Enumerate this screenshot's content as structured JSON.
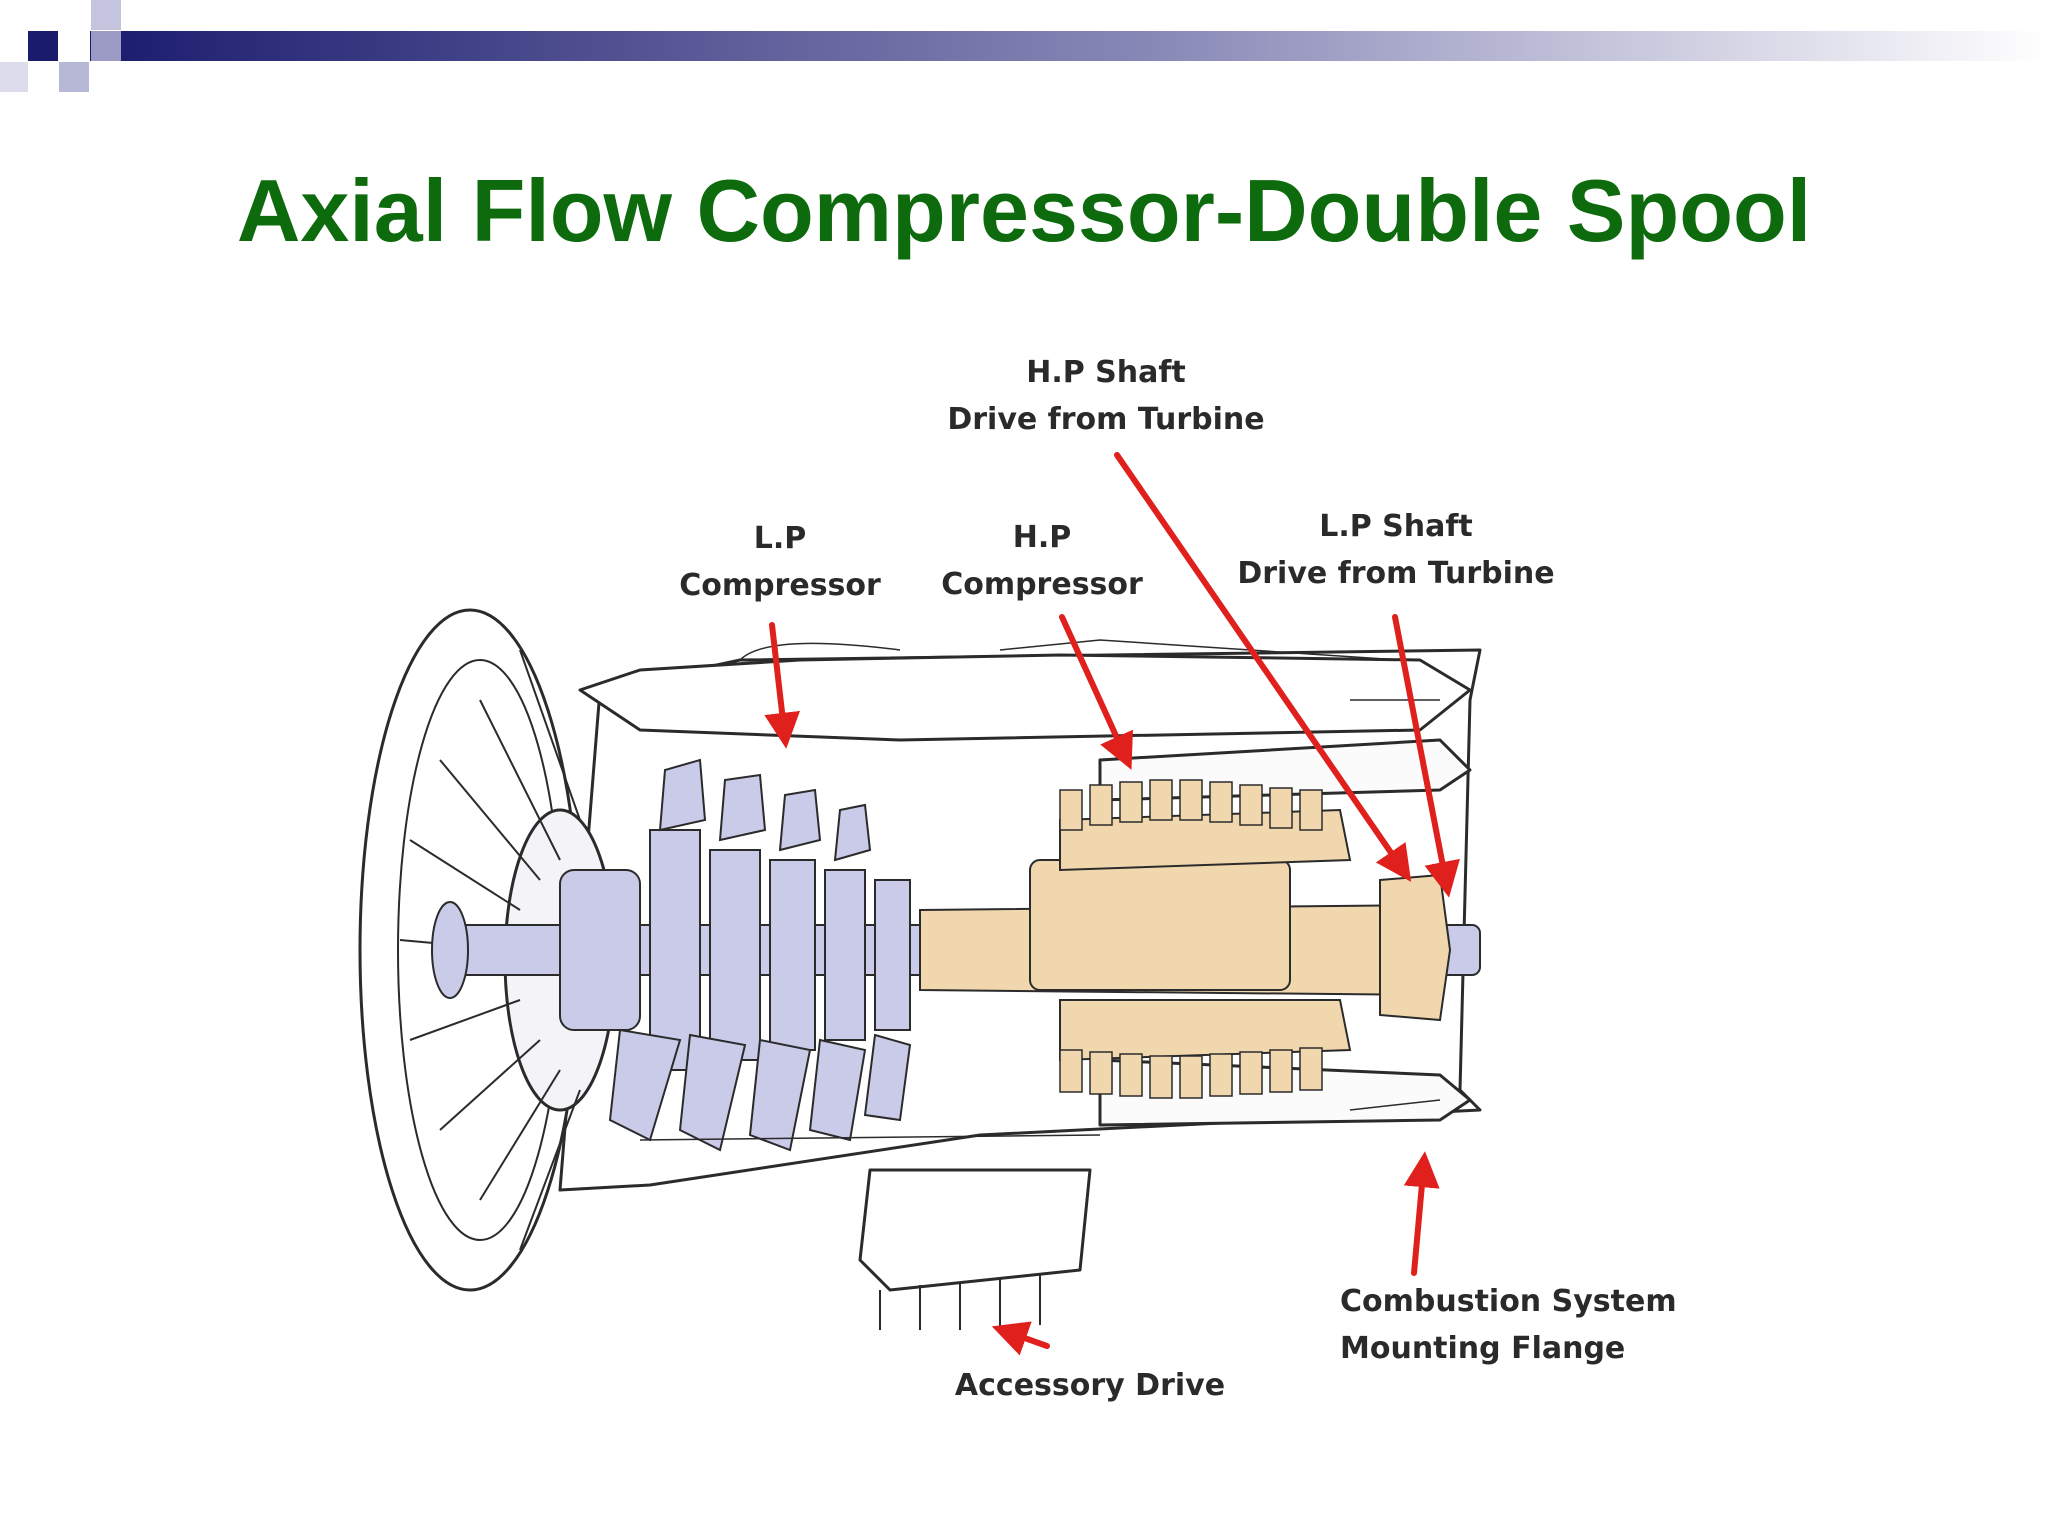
{
  "slide": {
    "title": "Axial Flow Compressor-Double Spool"
  },
  "diagram": {
    "subject": "double spool axial flow jet engine cutaway",
    "colors": {
      "title": "#0d6b0d",
      "arrow": "#e0201c",
      "lp_spool": "#c9cbe8",
      "hp_spool": "#f1d7ae",
      "linework": "#2b2b2b",
      "header_gradient_start": "#1b1b6e"
    },
    "callouts": {
      "hp_shaft": {
        "line1": "H.P Shaft",
        "line2": "Drive from Turbine"
      },
      "lp_compressor": {
        "line1": "L.P",
        "line2": "Compressor"
      },
      "hp_compressor": {
        "line1": "H.P",
        "line2": "Compressor"
      },
      "lp_shaft": {
        "line1": "L.P Shaft",
        "line2": "Drive from Turbine"
      },
      "combustion_flange": {
        "line1": "Combustion System",
        "line2": "Mounting Flange"
      },
      "accessory_drive": {
        "line1": "Accessory Drive"
      }
    }
  }
}
